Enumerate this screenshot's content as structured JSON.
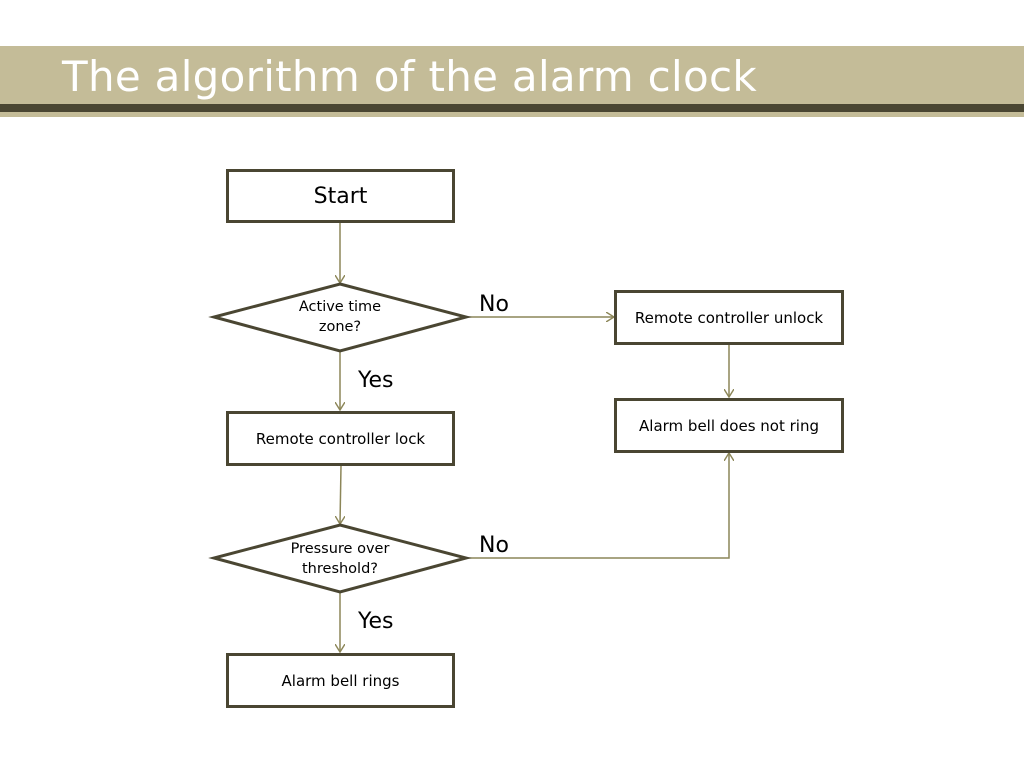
{
  "slide": {
    "title": "The algorithm of the alarm clock"
  },
  "flowchart": {
    "start": "Start",
    "decision_active": {
      "line1": "Active time",
      "line2": "zone?"
    },
    "remote_unlock": "Remote controller unlock",
    "bell_not_ring": "Alarm bell does not ring",
    "remote_lock": "Remote controller lock",
    "decision_pressure": {
      "line1": "Pressure over",
      "line2": "threshold?"
    },
    "bell_rings": "Alarm bell rings",
    "labels": {
      "no_1": "No",
      "yes_1": "Yes",
      "no_2": "No",
      "yes_2": "Yes"
    }
  },
  "colors": {
    "accent": "#c4bc98",
    "dark_band": "#4a4632",
    "connector": "#8c8658",
    "shape_border": "#4a4632"
  }
}
